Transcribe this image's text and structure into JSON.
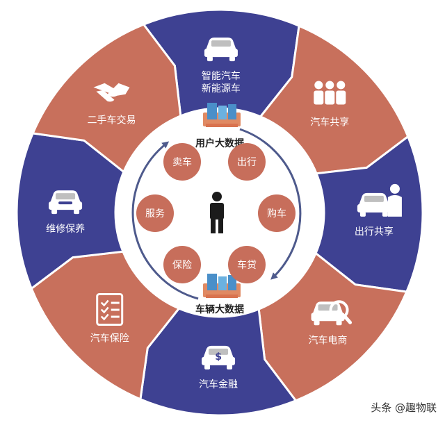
{
  "colors": {
    "salmon": "#C8705C",
    "navy": "#3E4192",
    "node": "#C76E5B",
    "ring_line": "#4E5A8C",
    "text_dark": "#222222",
    "white": "#ffffff"
  },
  "segments": [
    {
      "label_lines": [
        "智能汽车",
        "新能源车"
      ],
      "icon": "car-front-icon",
      "color": "navy"
    },
    {
      "label_lines": [
        "汽车共享"
      ],
      "icon": "people-group-icon",
      "color": "salmon"
    },
    {
      "label_lines": [
        "出行共享"
      ],
      "icon": "car-with-person-icon",
      "color": "navy"
    },
    {
      "label_lines": [
        "汽车电商"
      ],
      "icon": "car-search-icon",
      "color": "salmon"
    },
    {
      "label_lines": [
        "汽车金融"
      ],
      "icon": "car-dollar-icon",
      "color": "navy"
    },
    {
      "label_lines": [
        "汽车保险"
      ],
      "icon": "checklist-icon",
      "color": "salmon"
    },
    {
      "label_lines": [
        "维修保养"
      ],
      "icon": "car-wrench-icon",
      "color": "navy"
    },
    {
      "label_lines": [
        "二手车交易"
      ],
      "icon": "handshake-icon",
      "color": "salmon"
    }
  ],
  "center": {
    "top_label": "用户大数据",
    "bottom_label": "车辆大数据",
    "person_icon": "person-icon",
    "data_icon": "data-server-icon",
    "nodes": [
      "卖车",
      "出行",
      "购车",
      "车贷",
      "保险",
      "服务"
    ]
  },
  "watermark": "头条 @趣物联"
}
